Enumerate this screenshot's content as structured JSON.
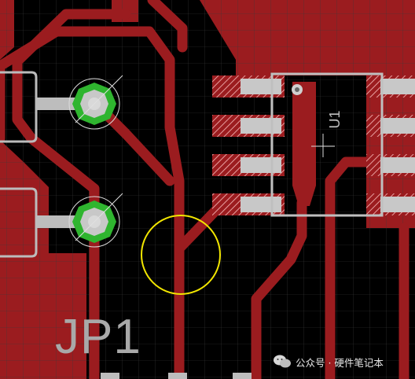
{
  "viewer": {
    "type": "pcb-layout-view"
  },
  "components": {
    "jumper": {
      "reference": "JP1",
      "pin_count": 2
    },
    "chip": {
      "reference": "U1",
      "pins_per_side": 4
    }
  },
  "highlight": {
    "shape": "circle",
    "color": "#f2e600"
  },
  "colors": {
    "board": "#000000",
    "copper": "#9b1c1f",
    "grid": "#3a3a3a",
    "silkscreen": "#bfbfbf",
    "via_ring": "#2fb52f",
    "pad_fill": "#b8b8b8"
  },
  "watermark": {
    "text": "公众号 · 硬件笔记本"
  }
}
